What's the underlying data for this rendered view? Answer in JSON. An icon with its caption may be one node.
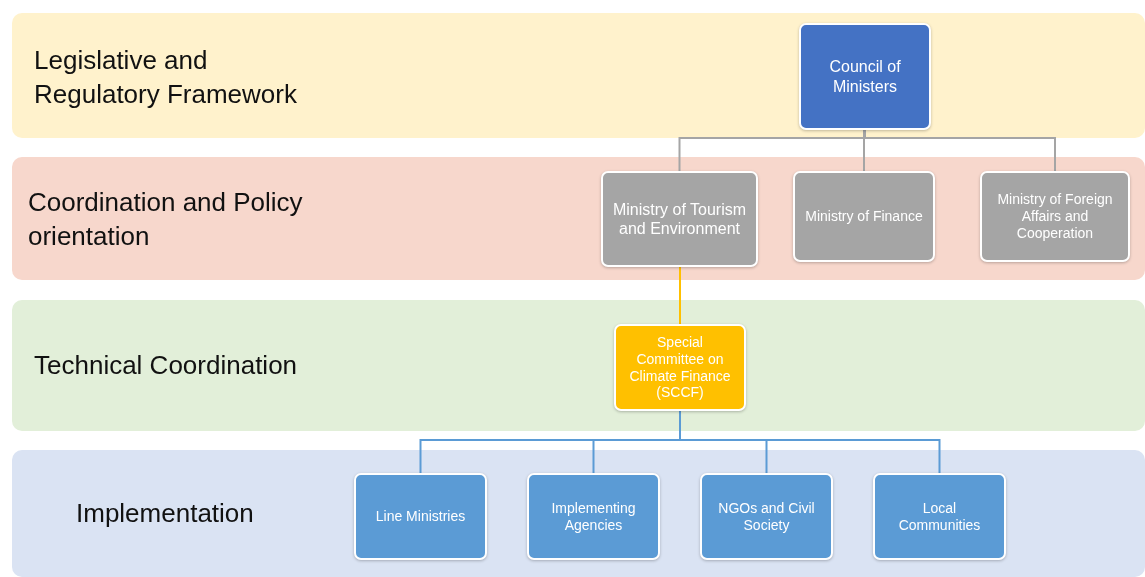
{
  "diagram": {
    "nodes": [
      {
        "text": [
          "Legislative and Regulatory Framework"
        ]
      },
      {
        "text": [
          "Council of Ministers"
        ],
        "in": 0
      },
      {
        "text": [
          "Coordination and Policy orientation"
        ]
      },
      {
        "text": [
          "Ministry of Tourism and Environment"
        ],
        "in": 2
      },
      {
        "text": [
          "Ministry of Finance"
        ],
        "in": 2
      },
      {
        "text": [
          "Ministry of Foreign Affairs and Cooperation"
        ],
        "in": 2
      },
      {
        "text": [
          "Technical Coordination"
        ]
      },
      {
        "text": [
          "Special Committee on Climate Finance (SCCF)"
        ],
        "in": 6
      },
      {
        "text": [
          "Implementation"
        ]
      },
      {
        "text": [
          "Line Ministries"
        ],
        "in": 8
      },
      {
        "text": [
          "Implementing Agencies"
        ],
        "in": 8
      },
      {
        "text": [
          "NGOs and Civil Society"
        ],
        "in": 8
      },
      {
        "text": [
          "Local Communities"
        ],
        "in": 8
      }
    ],
    "edges": [
      {
        "from": 1,
        "to": 3,
        "arrow": "none",
        "color": "#a5a5a5"
      },
      {
        "from": 1,
        "to": 4,
        "arrow": "none",
        "color": "#a5a5a5"
      },
      {
        "from": 1,
        "to": 5,
        "arrow": "none",
        "color": "#a5a5a5"
      },
      {
        "from": 3,
        "to": 7,
        "arrow": "none",
        "color": "#ffc000"
      },
      {
        "from": 7,
        "to": 9,
        "arrow": "none",
        "color": "#5b9bd5"
      },
      {
        "from": 7,
        "to": 10,
        "arrow": "none",
        "color": "#5b9bd5"
      },
      {
        "from": 7,
        "to": 11,
        "arrow": "none",
        "color": "#5b9bd5"
      },
      {
        "from": 7,
        "to": 12,
        "arrow": "none",
        "color": "#5b9bd5"
      }
    ]
  }
}
